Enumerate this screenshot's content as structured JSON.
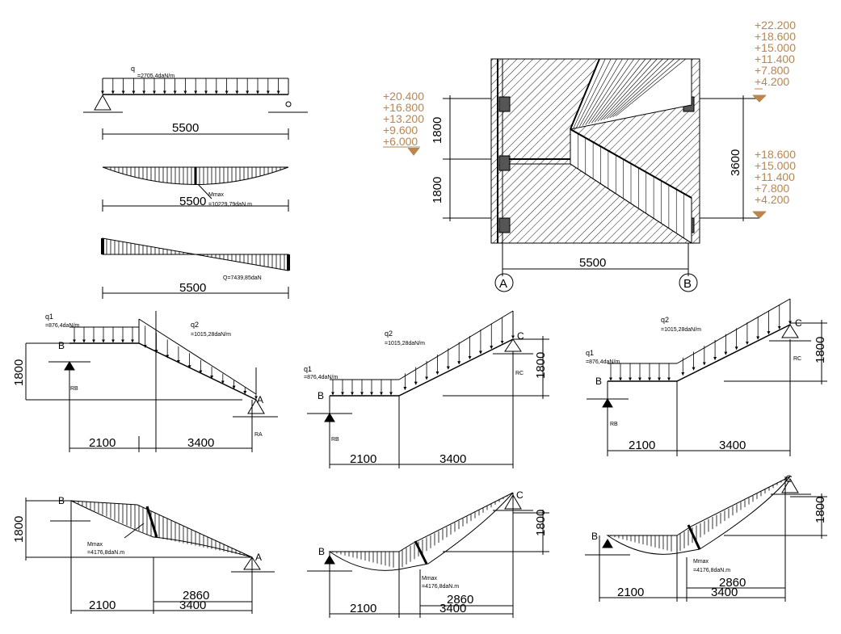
{
  "colors": {
    "line": "#000000",
    "elevation": "#b8864e",
    "background": "#ffffff"
  },
  "labels": {
    "B": "B",
    "A": "A",
    "C": "C",
    "RA": "RA",
    "RB": "RB",
    "RC": "RC",
    "q": "q",
    "q1": "q1",
    "q2": "q2",
    "mmax": "Mmax"
  },
  "top": {
    "load": "=2705,4daN/m",
    "span": "5500",
    "moment_value": "=10229,79daN.m",
    "shear_value": "Q=7439,85daN"
  },
  "plan": {
    "left_elevations": [
      "+20.400",
      "+16.800",
      "+13.200",
      "+9.600",
      "+6.000"
    ],
    "right_top_elevations": [
      "+22.200",
      "+18.600",
      "+15.000",
      "+11.400",
      "+7.800",
      "+4.200"
    ],
    "right_bottom_elevations": [
      "+18.600",
      "+15.000",
      "+11.400",
      "+7.800",
      "+4.200"
    ],
    "dim_upper": "1800",
    "dim_lower": "1800",
    "dim_right": "3600",
    "dim_bottom": "5500",
    "axis_left": "A",
    "axis_right": "B"
  },
  "flights": {
    "q1_value": "=876,4daN/m",
    "q2_value": "=1015,28daN/m",
    "height": "1800",
    "span_flat": "2100",
    "span_slope": "3400",
    "moment_value": "=4176,8daN.m",
    "sub_span": "2860"
  }
}
